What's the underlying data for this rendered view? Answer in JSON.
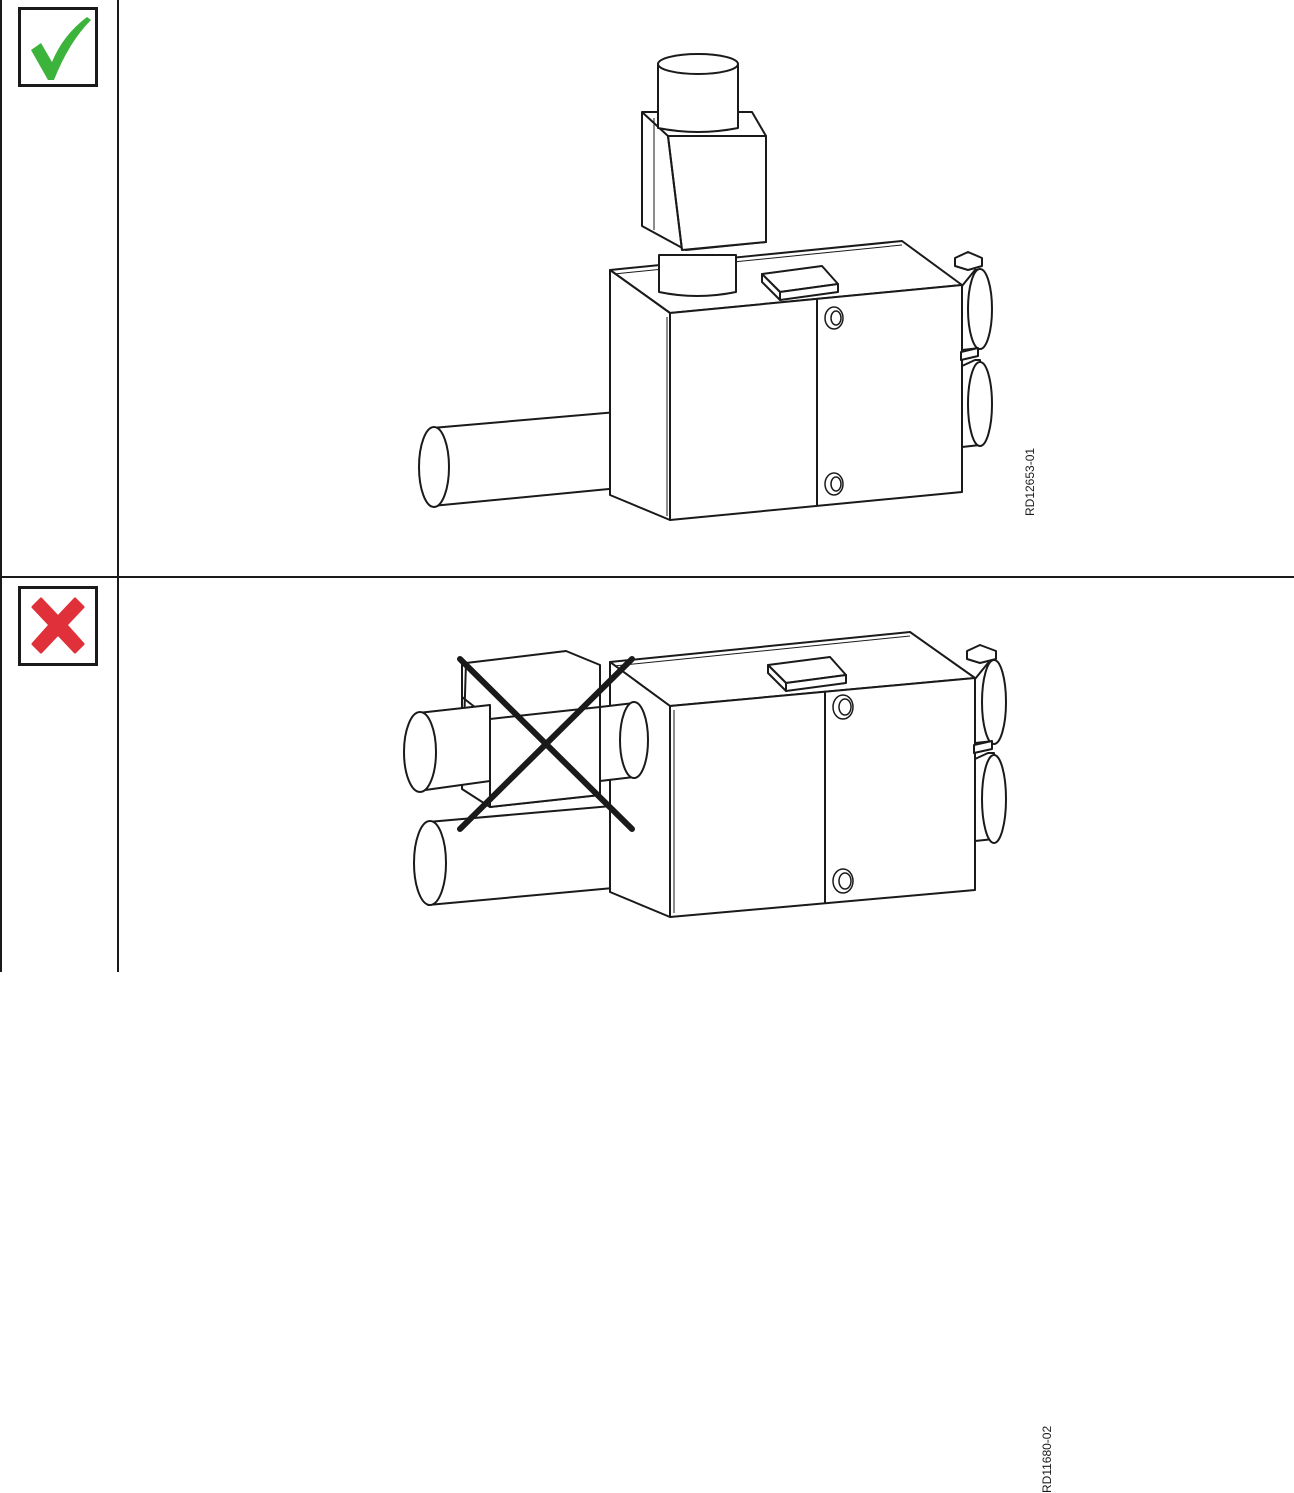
{
  "panels": [
    {
      "status": "correct",
      "status_icon": "checkmark-icon",
      "icon_color": "#3cb43c",
      "reference": "RD12653-01"
    },
    {
      "status": "incorrect",
      "status_icon": "cross-icon",
      "icon_color": "#e0303a",
      "reference": "RD11680-02"
    }
  ],
  "colors": {
    "line": "#1a1a1a",
    "background": "#ffffff"
  }
}
